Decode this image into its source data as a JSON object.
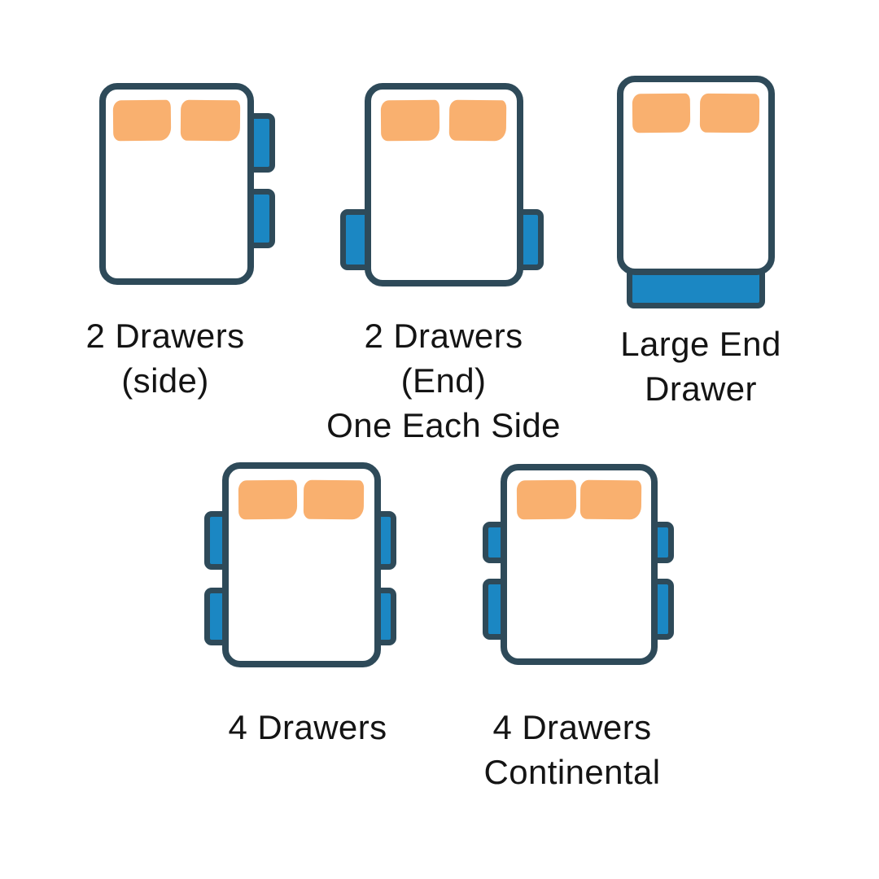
{
  "colors": {
    "background": "#ffffff",
    "bed_border": "#2e4a59",
    "bed_fill": "#ffffff",
    "drawer_fill": "#1b87c3",
    "pillow_fill": "#f9b06f",
    "label_text": "#141414"
  },
  "figures": [
    {
      "name": "2-drawers-side",
      "label_line1": "2 Drawers",
      "label_line2": "(side)",
      "pillow_count": 2,
      "drawer_count": 2,
      "drawer_placement": "two drawers on right side"
    },
    {
      "name": "2-drawers-end-one-each-side",
      "label_line1": "2 Drawers (End)",
      "label_line2": "One Each Side",
      "pillow_count": 2,
      "drawer_count": 2,
      "drawer_placement": "one drawer each side near foot end"
    },
    {
      "name": "large-end-drawer",
      "label_line1": "Large End",
      "label_line2": "Drawer",
      "pillow_count": 2,
      "drawer_count": 1,
      "drawer_placement": "large drawer across foot end"
    },
    {
      "name": "4-drawers",
      "label_line1": "4 Drawers",
      "pillow_count": 2,
      "drawer_count": 4,
      "drawer_placement": "two drawers each side, equal size"
    },
    {
      "name": "4-drawers-continental",
      "label_line1": "4 Drawers",
      "label_line2": "Continental",
      "pillow_count": 2,
      "drawer_count": 4,
      "drawer_placement": "two drawers each side, lower pair larger"
    }
  ]
}
